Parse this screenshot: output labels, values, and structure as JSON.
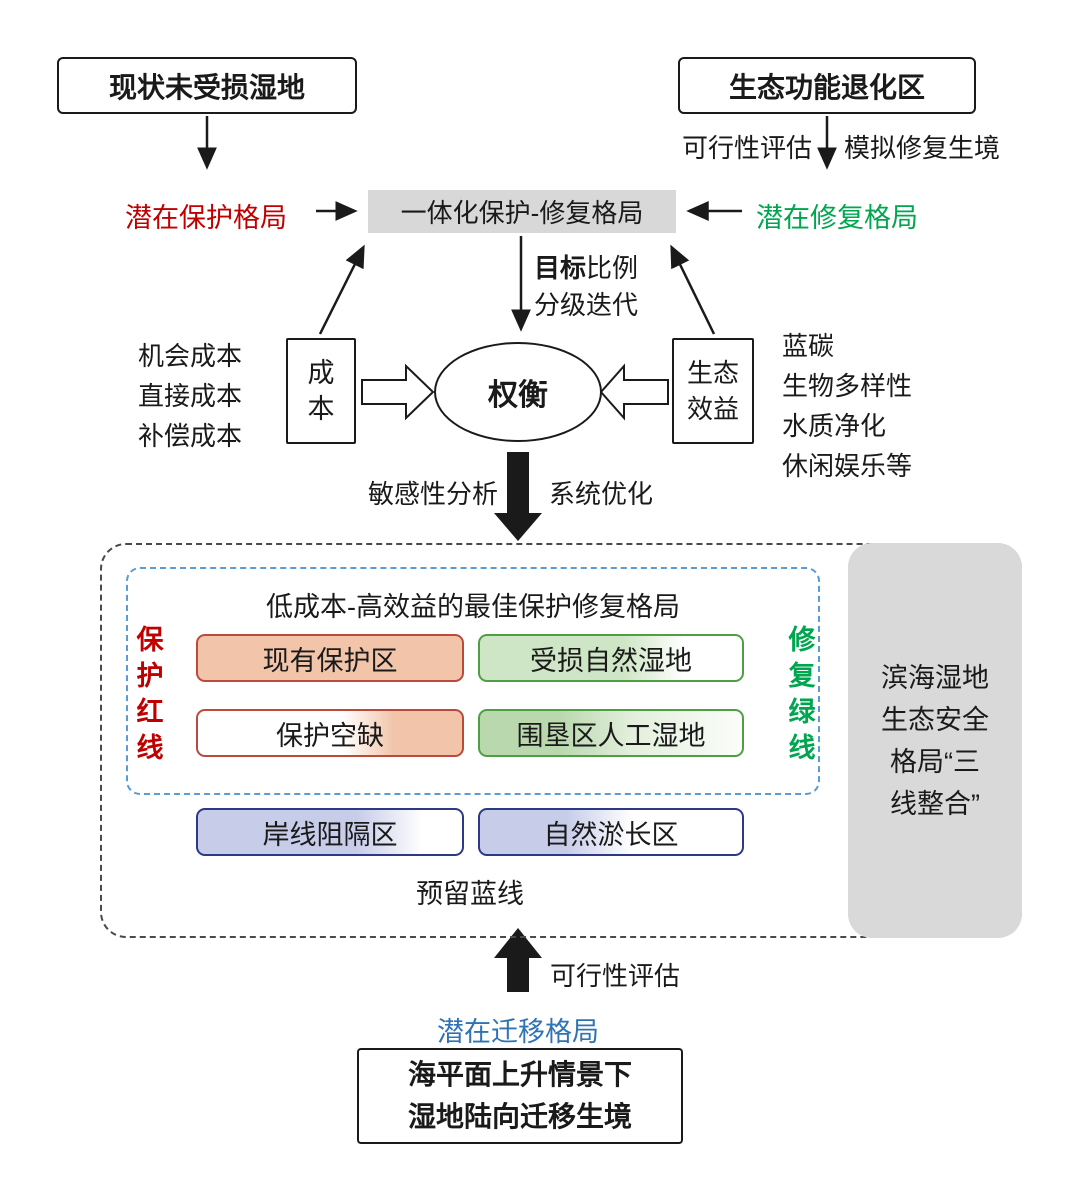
{
  "colors": {
    "red_text": "#c00000",
    "green_text": "#00a64f",
    "blue_text": "#2e74b5",
    "gray_fill": "#d9d9d9",
    "salmon_fill": "#f2c5ab",
    "green_fill": "#cfe6c6",
    "lavender_fill": "#c7cce9",
    "red_border": "#bc4a3c",
    "green_border": "#4f9e44",
    "navy_border": "#2c3a85",
    "blue_dashed_border": "#5b9bd5"
  },
  "top": {
    "intact_wetland": "现状未受损湿地",
    "degraded_zone": "生态功能退化区",
    "feasibility": "可行性评估",
    "simulate": "模拟修复生境"
  },
  "middle": {
    "potential_protection": "潜在保护格局",
    "integrated": "一体化保护-修复格局",
    "potential_restoration": "潜在修复格局",
    "target_bold": "目标",
    "target_rest": "比例",
    "iteration": "分级迭代",
    "tradeoff": "权衡",
    "cost_label": "成本",
    "cost_items": [
      "机会成本",
      "直接成本",
      "补偿成本"
    ],
    "benefit_label": "生态效益",
    "benefit_items": [
      "蓝碳",
      "生物多样性",
      "水质净化",
      "休闲娱乐等"
    ],
    "sensitivity": "敏感性分析",
    "optimization": "系统优化"
  },
  "bottom_panel": {
    "title": "低成本-高效益的最佳保护修复格局",
    "red_line_label": "保护红线",
    "green_line_label": "修复绿线",
    "boxes": {
      "existing_reserve": "现有保护区",
      "damaged_wetland": "受损自然湿地",
      "protection_gap": "保护空缺",
      "reclaimed_wetland": "围垦区人工湿地",
      "shoreline_barrier": "岸线阻隔区",
      "natural_accretion": "自然淤长区"
    },
    "blue_line_label": "预留蓝线",
    "side_label_lines": [
      "滨海湿地",
      "生态安全",
      "格局“三",
      "线整合”"
    ]
  },
  "footer": {
    "feasibility": "可行性评估",
    "potential_migration": "潜在迁移格局",
    "slr_line1": "海平面上升情景下",
    "slr_line2": "湿地陆向迁移生境"
  }
}
